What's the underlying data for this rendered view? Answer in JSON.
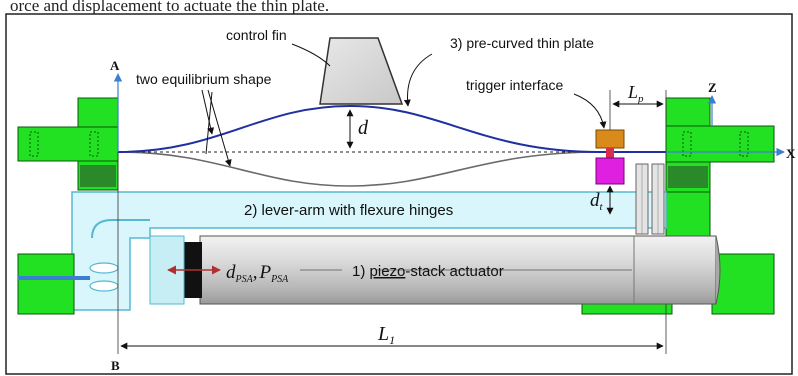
{
  "caption_fragment": "orce and displacement to actuate the thin plate.",
  "labels": {
    "control_fin": "control fin",
    "thin_plate": "3) pre-curved thin plate",
    "equilibrium": "two equilibrium shape",
    "trigger": "trigger interface",
    "lever": "2) lever-arm with flexure hinges",
    "actuator_prefix": "1) ",
    "actuator_word": "piezo",
    "actuator_rest": "-stack actuator"
  },
  "symbols": {
    "axis_a": "A",
    "axis_b": "B",
    "axis_z": "Z",
    "axis_x": "X",
    "d": "d",
    "dt_main": "d",
    "dt_sub": "t",
    "lp_main": "L",
    "lp_sub": "p",
    "l1_main": "L",
    "l1_sub": "1",
    "dpsa_main": "d",
    "dpsa_sub": "PSA",
    "comma": ",",
    "ppsa_main": "P",
    "ppsa_sub": "PSA"
  },
  "colors": {
    "green": "#22e022",
    "light_cyan": "#d8f6fb",
    "cyan_stroke": "#55b8d0",
    "plate_blue": "#2030a0",
    "magenta": "#e020e0",
    "orange": "#d88a1a",
    "arrow_red": "#b03030",
    "axis_blue": "#3a7fd0"
  }
}
